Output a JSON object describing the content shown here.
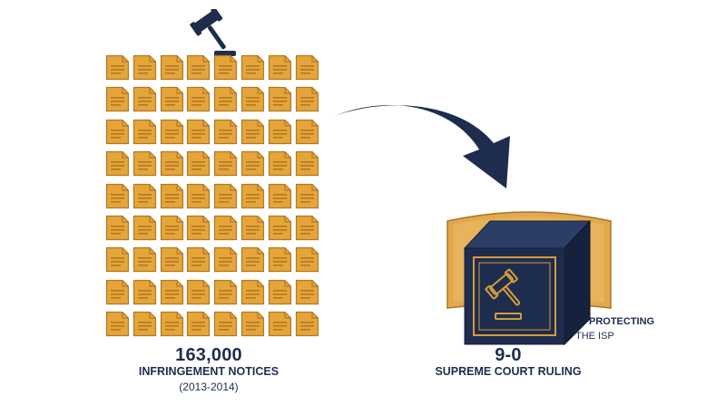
{
  "left": {
    "number": "163,000",
    "caption": "INFRINGEMENT NOTICES",
    "years": "(2013-2014)"
  },
  "right": {
    "number": "9-0",
    "caption": "SUPREME COURT RULING",
    "protect_line1": "PROTECTING",
    "protect_line2": "THE ISP"
  },
  "colors": {
    "navy": "#1e2d4e",
    "gold": "#e6a53a",
    "gold_dark": "#b07a22",
    "shield": "#e2a84c"
  },
  "icons": [
    "gavel-icon",
    "document-icon",
    "arrow-icon",
    "shield-icon",
    "safe-box-icon"
  ],
  "grid": {
    "columns": 8,
    "rows": 9
  }
}
